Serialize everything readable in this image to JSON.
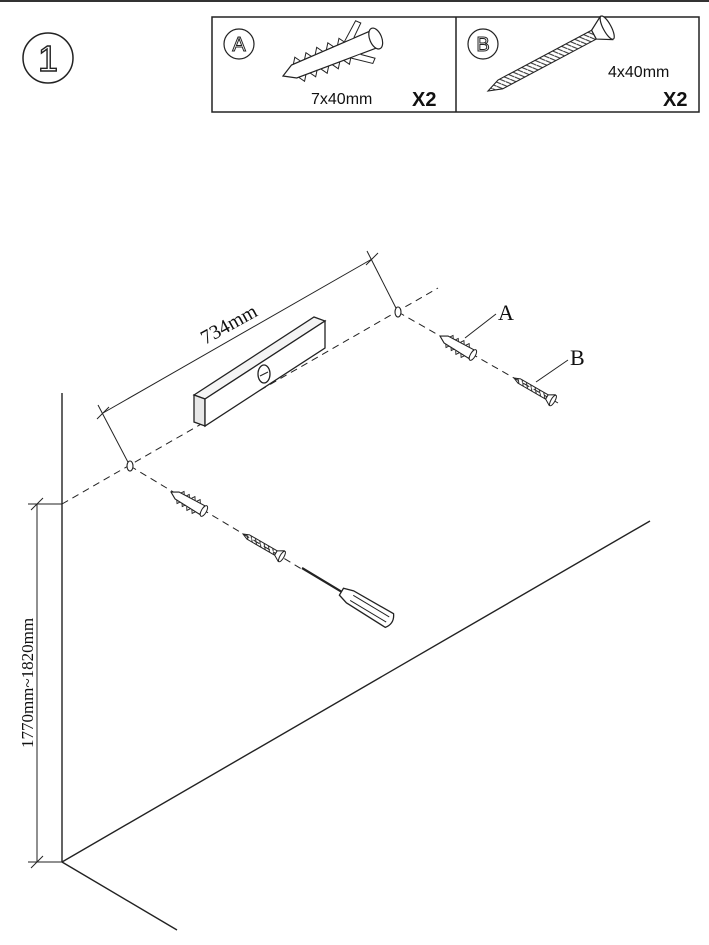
{
  "step": {
    "number": "1"
  },
  "parts": [
    {
      "letter": "A",
      "size": "7x40mm",
      "quantity": "X2",
      "icon": "wall-anchor-icon"
    },
    {
      "letter": "B",
      "size": "4x40mm",
      "quantity": "X2",
      "icon": "screw-icon"
    }
  ],
  "diagram": {
    "span": "734mm",
    "height_range": "1770mm~1820mm",
    "callout_a": "A",
    "callout_b": "B"
  },
  "colors": {
    "ink": "#1a1a1a",
    "background": "#ffffff"
  }
}
